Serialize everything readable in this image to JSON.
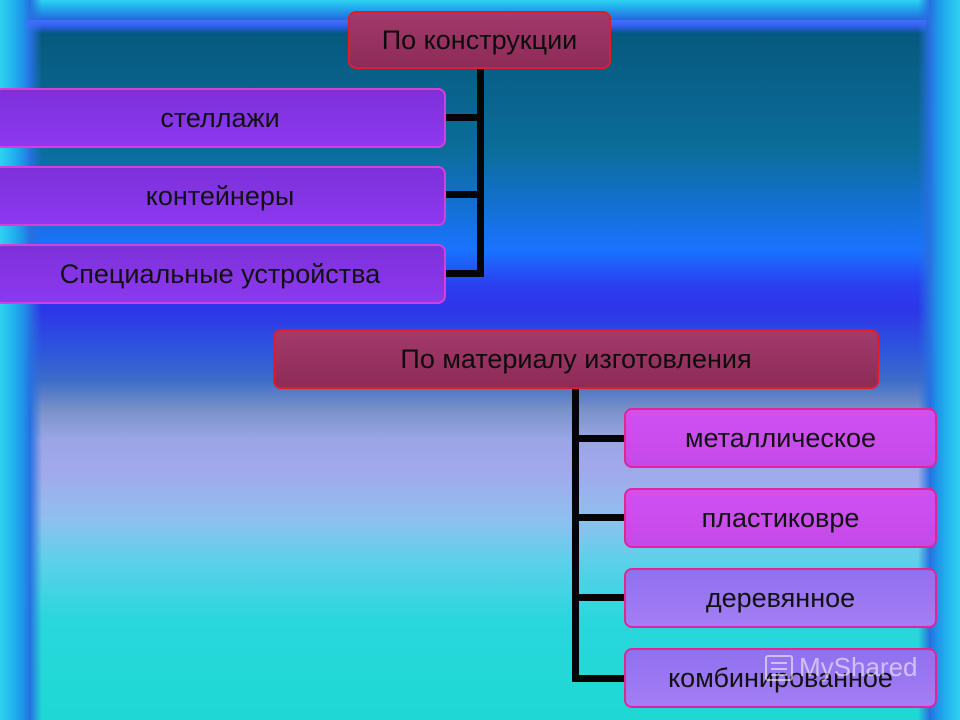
{
  "diagram": {
    "group1": {
      "title": "По конструкции",
      "items": [
        "стеллажи",
        "контейнеры",
        "Специальные устройства"
      ]
    },
    "group2": {
      "title": "По материалу изготовления",
      "items": [
        "металлическое",
        "пластиковре",
        "деревянное",
        "комбинированное"
      ]
    }
  },
  "watermark": {
    "text": "MyShared",
    "icon": "presentation-icon"
  }
}
